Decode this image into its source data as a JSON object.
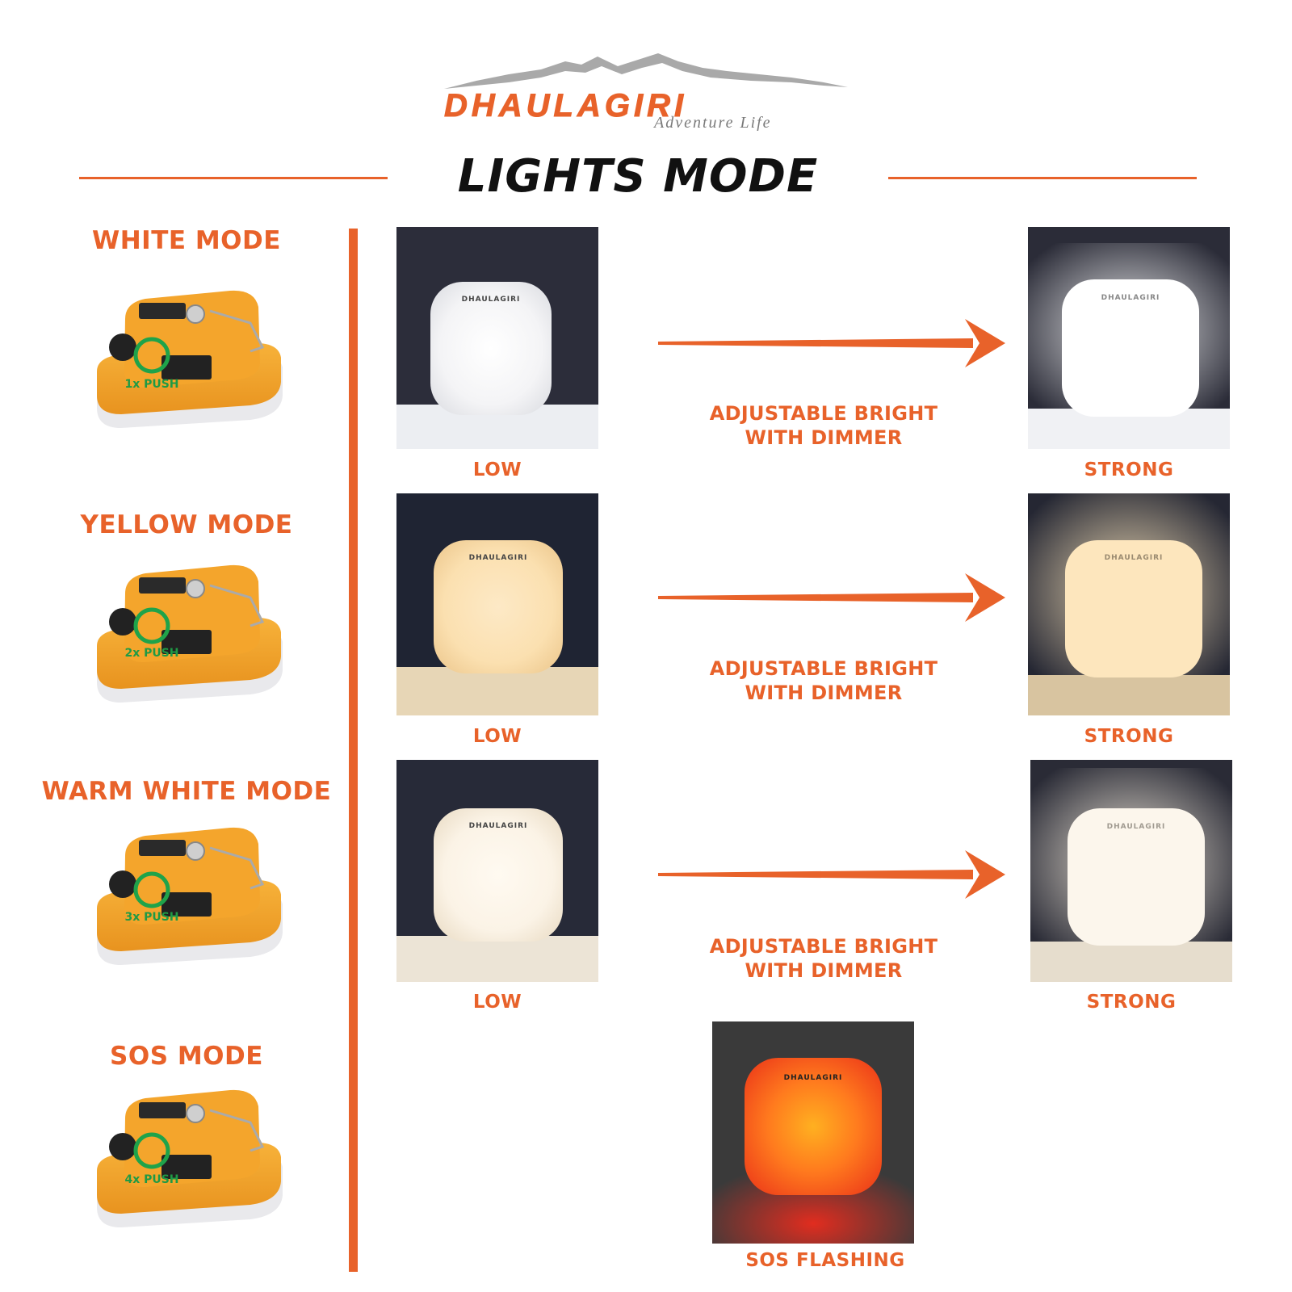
{
  "brand": {
    "name": "DHAULAGIRI",
    "tagline": "Adventure Life",
    "accent": "#e8622a",
    "push_ring": "#1fa34a",
    "push_text": "#1f9a45"
  },
  "title": "LIGHTS MODE",
  "modes": [
    {
      "title": "WHITE MODE",
      "push": "1x PUSH",
      "low": "LOW",
      "strong": "STRONG",
      "dimmer": [
        "ADJUSTABLE BRIGHT",
        "WITH DIMMER"
      ]
    },
    {
      "title": "YELLOW MODE",
      "push": "2x PUSH",
      "low": "LOW",
      "strong": "STRONG",
      "dimmer": [
        "ADJUSTABLE BRIGHT",
        "WITH DIMMER"
      ]
    },
    {
      "title": "WARM WHITE MODE",
      "push": "3x PUSH",
      "low": "LOW",
      "strong": "STRONG",
      "dimmer": [
        "ADJUSTABLE BRIGHT",
        "WITH DIMMER"
      ]
    },
    {
      "title": "SOS MODE",
      "push": "4x PUSH",
      "sos": "SOS FLASHING"
    }
  ],
  "lamp_label": "DHAULAGIRI",
  "icons": [
    "mountain-logo-icon",
    "right-arrow-icon",
    "push-button-ring-icon"
  ]
}
